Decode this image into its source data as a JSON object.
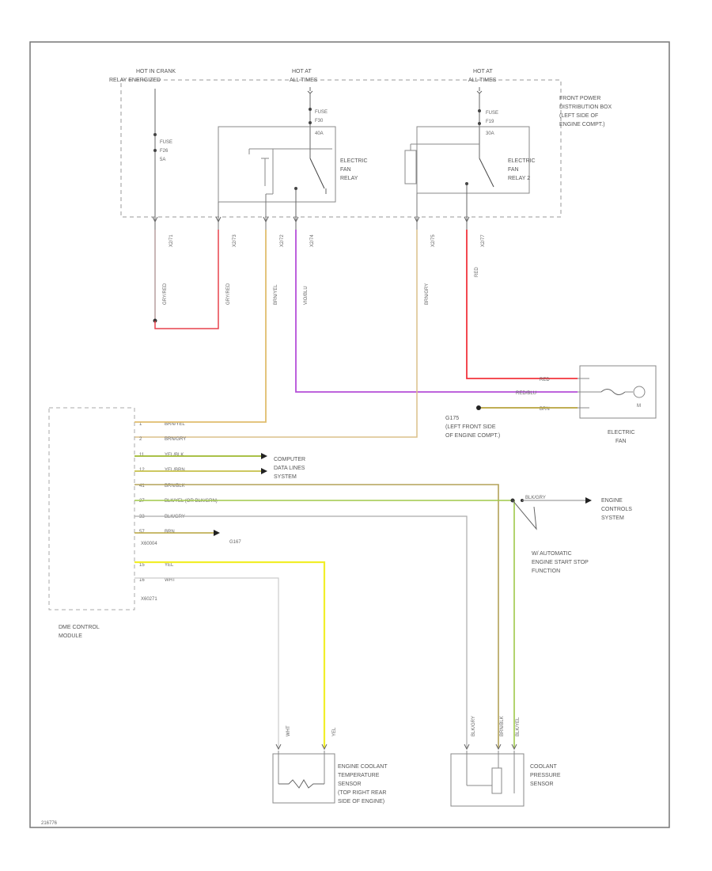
{
  "feeds": {
    "left": {
      "line1": "HOT IN CRANK",
      "line2": "RELAY ENERGIZED",
      "fuse": "FUSE",
      "fuse_id": "F26",
      "amps": "5A"
    },
    "middle": {
      "line1": "HOT AT",
      "line2": "ALL TIMES",
      "fuse": "FUSE",
      "fuse_id": "F30",
      "amps": "40A"
    },
    "right": {
      "line1": "HOT AT",
      "line2": "ALL TIMES",
      "fuse": "FUSE",
      "fuse_id": "F19",
      "amps": "30A"
    }
  },
  "front_box": {
    "line1": "FRONT POWER",
    "line2": "DISTRIBUTION BOX",
    "line3": "(LEFT SIDE OF",
    "line4": "ENGINE COMPT.)"
  },
  "relay1": {
    "line1": "ELECTRIC",
    "line2": "FAN",
    "line3": "RELAY"
  },
  "relay2": {
    "line1": "ELECTRIC",
    "line2": "FAN",
    "line3": "RELAY 2"
  },
  "pins": [
    "X2/71",
    "X2/73",
    "X2/72",
    "X2/74",
    "X2/75",
    "X2/77"
  ],
  "vertical_wires": [
    "GRY/RED",
    "GRY/RED",
    "BRN/YEL",
    "VIO/BLU",
    "BRN/GRY",
    "RED"
  ],
  "fan": {
    "wires": [
      "RED",
      "RED/BLU",
      "BRN"
    ],
    "ground_line1": "G175",
    "ground_line2": "(LEFT FRONT SIDE",
    "ground_line3": "OF ENGINE COMPT.)",
    "label_line1": "ELECTRIC",
    "label_line2": "FAN",
    "motor": "M"
  },
  "dme": {
    "rows": [
      {
        "pin": "1",
        "wire": "BRN/YEL"
      },
      {
        "pin": "2",
        "wire": "BRN/GRY"
      },
      {
        "pin": "11",
        "wire": "YEL/BLK"
      },
      {
        "pin": "12",
        "wire": "YEL/BRN"
      },
      {
        "pin": "41",
        "wire": "BRN/BLK"
      },
      {
        "pin": "27",
        "wire": "BLK/YEL  (OR BLK/GRN)"
      },
      {
        "pin": "33",
        "wire": "BLK/GRY"
      },
      {
        "pin": "57",
        "wire": "BRN"
      },
      {
        "pin": "15",
        "wire": "YEL"
      },
      {
        "pin": "16",
        "wire": "WHT"
      }
    ],
    "connector1": "X60004",
    "connector2": "X60271",
    "label_line1": "DME CONTROL",
    "label_line2": "MODULE"
  },
  "computer": {
    "line1": "COMPUTER",
    "line2": "DATA LINES",
    "line3": "SYSTEM"
  },
  "engine_controls": {
    "line1": "ENGINE",
    "line2": "CONTROLS",
    "line3": "SYSTEM",
    "wire": "BLK/GRY"
  },
  "auto_stop": {
    "line1": "W/ AUTOMATIC",
    "line2": "ENGINE START STOP",
    "line3": "FUNCTION"
  },
  "ground_g167": "G167",
  "lower_wires": {
    "wht": "WHT",
    "yel": "YEL",
    "blk_gry": "BLK/GRY",
    "brn_blk": "BRN/BLK",
    "blk_yel": "BLK/YEL"
  },
  "ect_sensor": {
    "line1": "ENGINE COOLANT",
    "line2": "TEMPERATURE",
    "line3": "SENSOR",
    "line4": "(TOP RIGHT REAR",
    "line5": "SIDE OF ENGINE)"
  },
  "pressure_sensor": {
    "line1": "COOLANT",
    "line2": "PRESSURE",
    "line3": "SENSOR"
  },
  "footer_code": "216776"
}
